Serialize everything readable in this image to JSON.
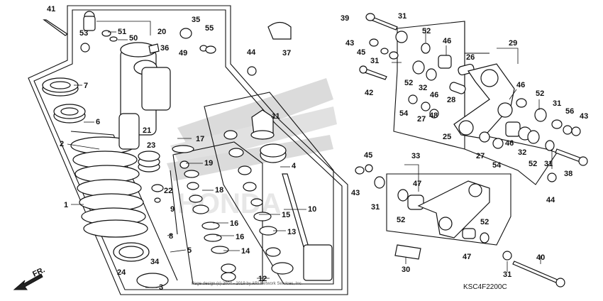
{
  "diagram_code": "KSC4F2200C",
  "direction_label": "FR.",
  "copyright": "Page design (c) 2004 - 2019 by ARI Network Services, Inc.",
  "callouts": {
    "p1": "1",
    "p2": "2",
    "p3": "3",
    "p4": "4",
    "p5": "5",
    "p6": "6",
    "p7": "7",
    "p8": "8",
    "p9": "9",
    "p10": "10",
    "p11": "11",
    "p12": "12",
    "p13": "13",
    "p14": "14",
    "p15": "15",
    "p16a": "16",
    "p16b": "16",
    "p17": "17",
    "p18": "18",
    "p19": "19",
    "p20": "20",
    "p21": "21",
    "p22": "22",
    "p23": "23",
    "p24": "24",
    "p25": "25",
    "p26": "26",
    "p27a": "27",
    "p27b": "27",
    "p28": "28",
    "p29": "29",
    "p30": "30",
    "p31a": "31",
    "p31b": "31",
    "p31c": "31",
    "p31d": "31",
    "p31e": "31",
    "p31f": "31",
    "p32a": "32",
    "p32b": "32",
    "p33": "33",
    "p34": "34",
    "p35": "35",
    "p36": "36",
    "p37": "37",
    "p38": "38",
    "p39": "39",
    "p40": "40",
    "p41": "41",
    "p42": "42",
    "p43a": "43",
    "p43b": "43",
    "p43c": "43",
    "p44a": "44",
    "p44b": "44",
    "p45a": "45",
    "p45b": "45",
    "p46a": "46",
    "p46b": "46",
    "p46c": "46",
    "p46d": "46",
    "p47a": "47",
    "p47b": "47",
    "p48": "48",
    "p49": "49",
    "p50": "50",
    "p51": "51",
    "p52a": "52",
    "p52b": "52",
    "p52c": "52",
    "p52d": "52",
    "p52e": "52",
    "p52f": "52",
    "p53": "53",
    "p54a": "54",
    "p54b": "54",
    "p55": "55",
    "p56": "56"
  }
}
